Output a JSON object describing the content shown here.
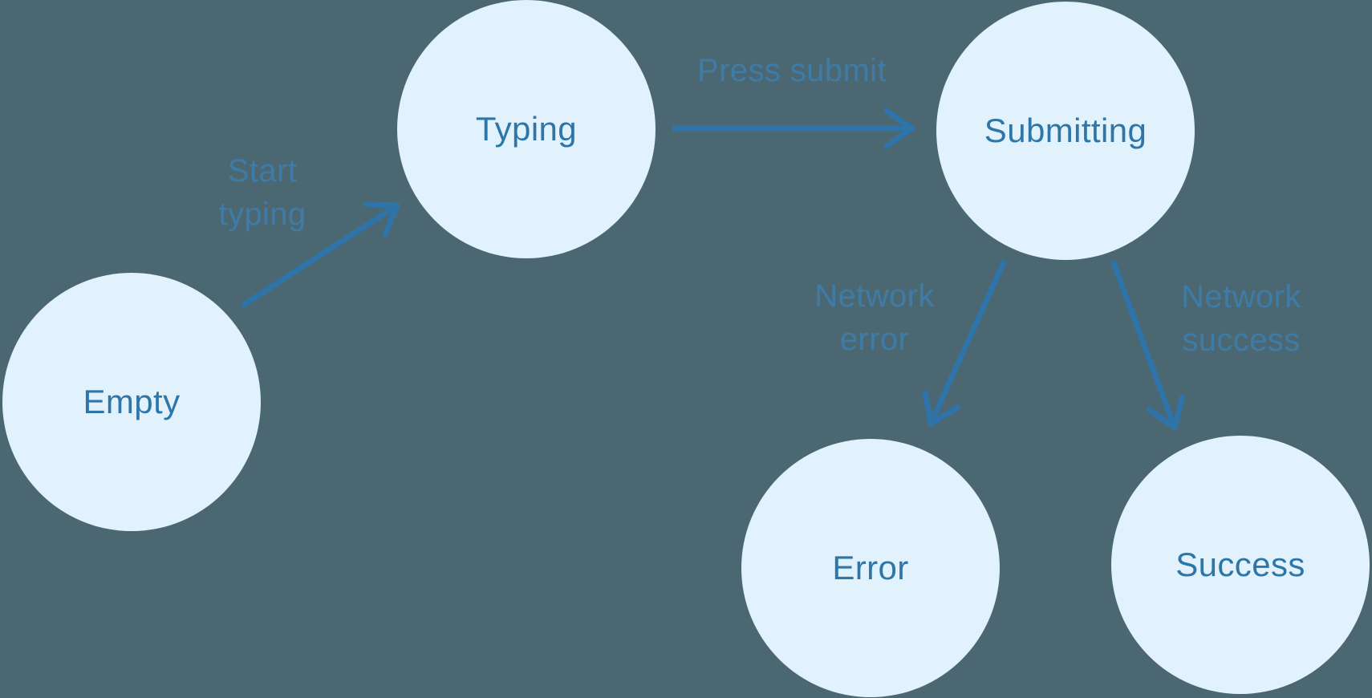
{
  "diagram": {
    "kind": "state-machine",
    "colors": {
      "background": "#4b6872",
      "node_fill": "#e2f2fc",
      "node_text": "#2f76a8",
      "edge_label_text": "#3d7dac",
      "arrow": "#2e74a8"
    },
    "states": [
      {
        "id": "empty",
        "label": "Empty"
      },
      {
        "id": "typing",
        "label": "Typing"
      },
      {
        "id": "submitting",
        "label": "Submitting"
      },
      {
        "id": "error",
        "label": "Error"
      },
      {
        "id": "success",
        "label": "Success"
      }
    ],
    "transitions": [
      {
        "from": "empty",
        "to": "typing",
        "label": "Start typing",
        "label_lines": [
          "Start",
          "typing"
        ]
      },
      {
        "from": "typing",
        "to": "submitting",
        "label": "Press submit",
        "label_lines": [
          "Press submit"
        ]
      },
      {
        "from": "submitting",
        "to": "error",
        "label": "Network error",
        "label_lines": [
          "Network",
          "error"
        ]
      },
      {
        "from": "submitting",
        "to": "success",
        "label": "Network success",
        "label_lines": [
          "Network",
          "success"
        ]
      }
    ]
  }
}
